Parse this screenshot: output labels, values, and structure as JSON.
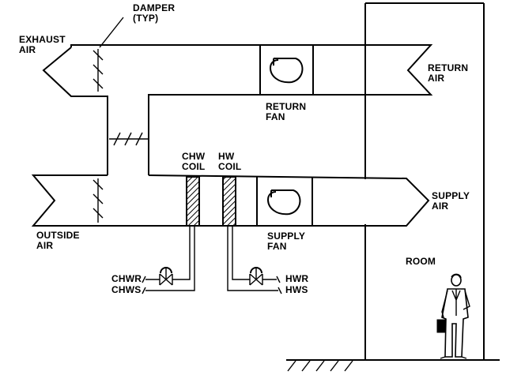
{
  "labels": {
    "damper": "DAMPER\n(TYP)",
    "exhaust_air": "EXHAUST\nAIR",
    "return_air": "RETURN\nAIR",
    "return_fan": "RETURN\nFAN",
    "chw_coil": "CHW\nCOIL",
    "hw_coil": "HW\nCOIL",
    "supply_air": "SUPPLY\nAIR",
    "outside_air": "OUTSIDE\nAIR",
    "supply_fan": "SUPPLY\nFAN",
    "room": "ROOM",
    "chwr": "CHWR",
    "chws": "CHWS",
    "hwr": "HWR",
    "hws": "HWS"
  },
  "icons": {
    "fan": "centrifugal-fan-icon",
    "damper": "damper-icon",
    "valve": "valve-icon",
    "person": "person-icon"
  }
}
